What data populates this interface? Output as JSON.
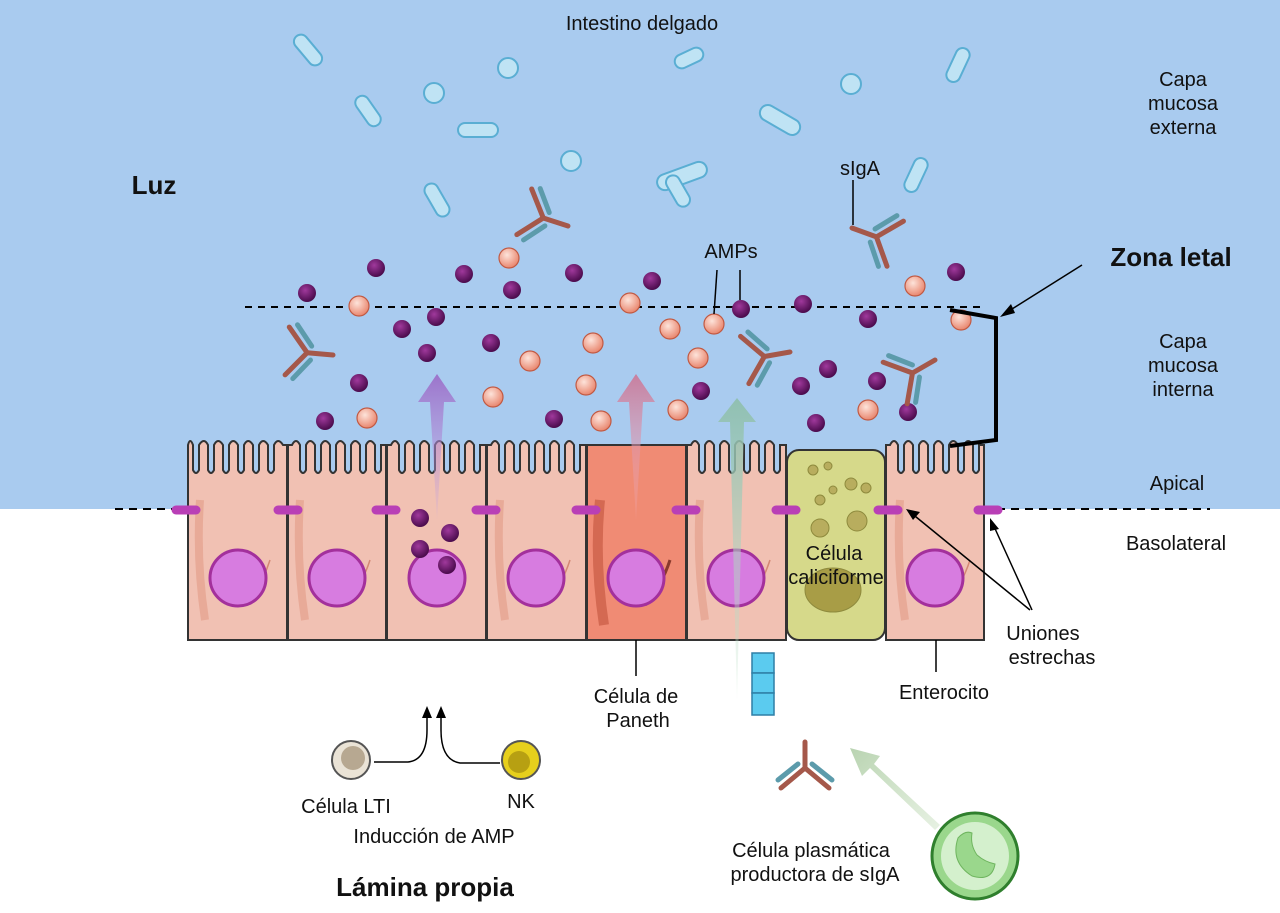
{
  "labels": {
    "title_top": "Intestino delgado",
    "outer_mucus": [
      "Capa",
      "mucosa",
      "externa"
    ],
    "inner_mucus": [
      "Capa",
      "mucosa",
      "interna"
    ],
    "lumen": "Luz",
    "lethal_zone": "Zona letal",
    "siga": "sIgA",
    "amps": "AMPs",
    "apical": "Apical",
    "basolateral": "Basolateral",
    "goblet_cell": [
      "Célula",
      "caliciforme"
    ],
    "tight_junctions": [
      "Uniones",
      "estrechas"
    ],
    "paneth_cell": [
      "Célula de",
      "Paneth"
    ],
    "enterocyte": "Enterocito",
    "lti_cell": "Célula LTI",
    "nk": "NK",
    "amp_induction": "Inducción de AMP",
    "lamina_propria": "Lámina propia",
    "plasma_cell": [
      "Célula plasmática",
      "productora de sIgA"
    ]
  },
  "colors": {
    "lumen_blue": "#a9cbef",
    "bacteria_fill": "#bfe3f4",
    "bacteria_stroke": "#5aaed3",
    "enterocyte_fill": "#f1c1b3",
    "paneth_fill": "#f08b74",
    "goblet_fill": "#d6d98a",
    "nucleus_fill": "#d77ce0",
    "junction": "#b93fb6",
    "amp_dark": "#6b1470",
    "amp_light": "#f0a18f",
    "antibody_heavy": "#a5584a",
    "antibody_light": "#5c9bab",
    "plasma_cell": "#9ad78c",
    "nk_cell": "#e6cf1c",
    "lti_cell": "#d7cdbd"
  }
}
